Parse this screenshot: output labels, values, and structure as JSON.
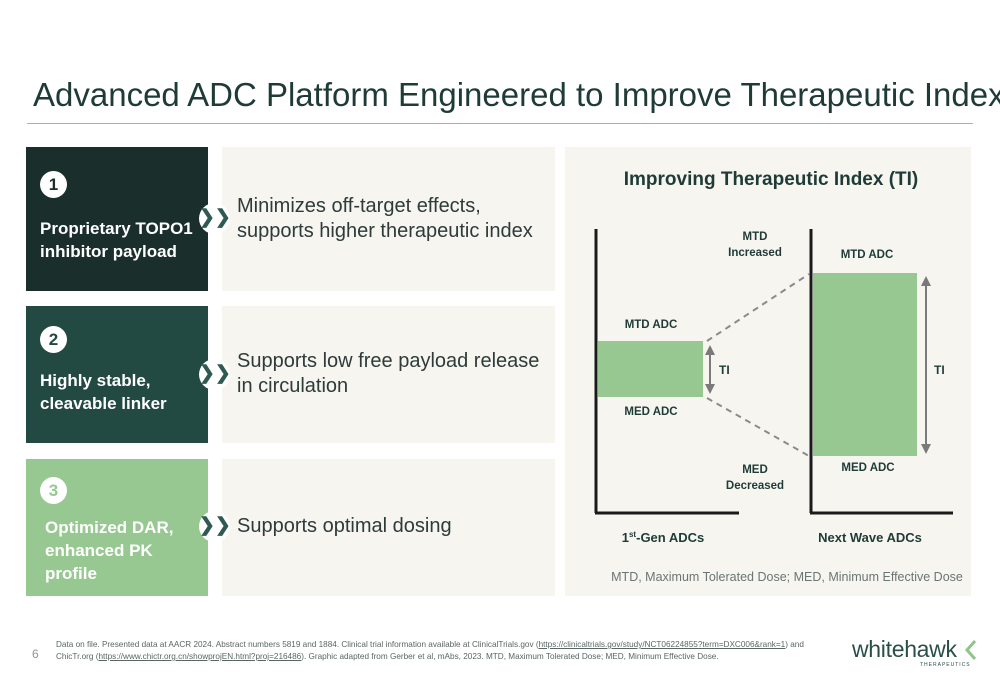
{
  "title": "Advanced ADC Platform Engineered to Improve Therapeutic Index",
  "features": [
    {
      "num": "1",
      "label_line1": "Proprietary TOPO1",
      "label_line2": "inhibitor payload",
      "label_line3": "",
      "desc_line1": "Minimizes off-target effects,",
      "desc_line2": "supports higher therapeutic index",
      "chevron": "❯❯"
    },
    {
      "num": "2",
      "label_line1": "Highly stable,",
      "label_line2": "cleavable linker",
      "label_line3": "",
      "desc_line1": "Supports low free payload release",
      "desc_line2": "in circulation",
      "chevron": "❯❯"
    },
    {
      "num": "3",
      "label_line1": "Optimized DAR,",
      "label_line2": "enhanced PK",
      "label_line3": "profile",
      "desc_line1": "Supports optimal dosing",
      "desc_line2": "",
      "chevron": "❯❯"
    }
  ],
  "colors": {
    "box1": "#1a2e2b",
    "box2": "#234943",
    "box3": "#98c891",
    "bar": "#98c891",
    "accent_green": "#8fc48a",
    "dark_text": "#1f3b37"
  },
  "diagram": {
    "title": "Improving Therapeutic Index (TI)",
    "left_top_label": "MTD ADC",
    "left_bottom_label": "MED ADC",
    "left_ti": "TI",
    "right_top_label": "MTD ADC",
    "right_bottom_label": "MED ADC",
    "right_ti": "TI",
    "mtd_change_line1": "MTD",
    "mtd_change_line2": "Increased",
    "med_change_line1": "MED",
    "med_change_line2": "Decreased",
    "x_left_prefix": "1",
    "x_left_sup": "st",
    "x_left_suffix": "-Gen ADCs",
    "x_right": "Next Wave ADCs",
    "caption": "MTD, Maximum Tolerated Dose; MED, Minimum Effective Dose"
  },
  "footer": {
    "page_number": "6",
    "note_part1": "Data on file. Presented data at AACR 2024. Abstract numbers 5819 and 1884. Clinical trial information available at ClinicalTrials.gov (",
    "link1": "https://clinicaltrials.gov/study/NCT06224855?term=DXC006&rank=1",
    "note_part2": ") and ChicTr.org (",
    "link2": "https://www.chictr.org.cn/showprojEN.html?proj=216486",
    "note_part3": "). Graphic adapted from Gerber et al, mAbs, 2023. MTD, Maximum Tolerated Dose; MED,  Minimum Effective Dose."
  },
  "logo": {
    "word": "whitehawk",
    "sub": "THERAPEUTICS"
  }
}
